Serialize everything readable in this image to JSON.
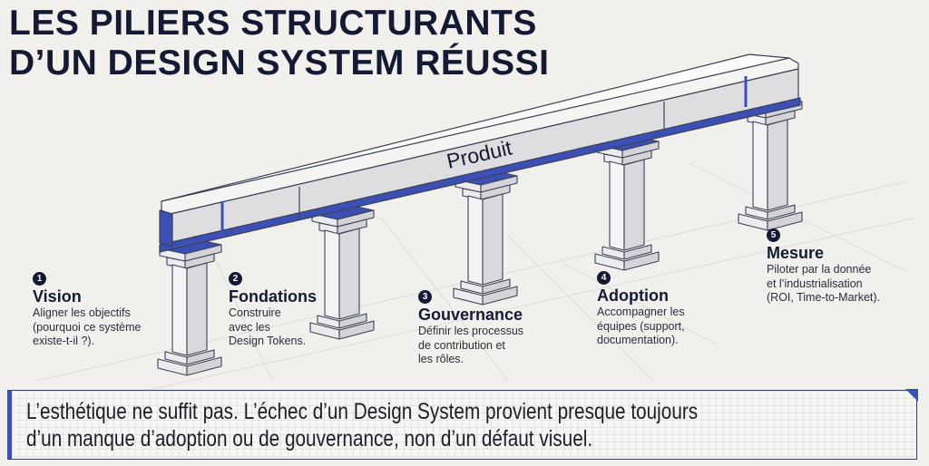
{
  "title": {
    "line1": "LES PILIERS STRUCTURANTS",
    "line2": "D’UN DESIGN SYSTEM RÉUSSI"
  },
  "beam": {
    "label": "Produit"
  },
  "pillars": [
    {
      "number": "1",
      "name": "Vision",
      "description": "Aligner les objectifs\n(pourquoi ce système\nexiste-t-il ?)."
    },
    {
      "number": "2",
      "name": "Fondations",
      "description": "Construire\navec les\nDesign Tokens."
    },
    {
      "number": "3",
      "name": "Gouvernance",
      "description": "Définir les processus\nde contribution et\nles rôles."
    },
    {
      "number": "4",
      "name": "Adoption",
      "description": "Accompagner les\néquipes (support,\ndocumentation)."
    },
    {
      "number": "5",
      "name": "Mesure",
      "description": "Piloter par la donnée\net l’industrialisation\n(ROI, Time-to-Market)."
    }
  ],
  "banner": {
    "line1": "L’esthétique ne suffit pas. L’échec d’un Design System provient presque toujours",
    "line2": "d’un manque d’adoption ou de gouvernance, non d’un défaut visuel."
  },
  "colors": {
    "accent": "#3b4fb5",
    "ink": "#141a33",
    "background": "#f1f0ec"
  }
}
